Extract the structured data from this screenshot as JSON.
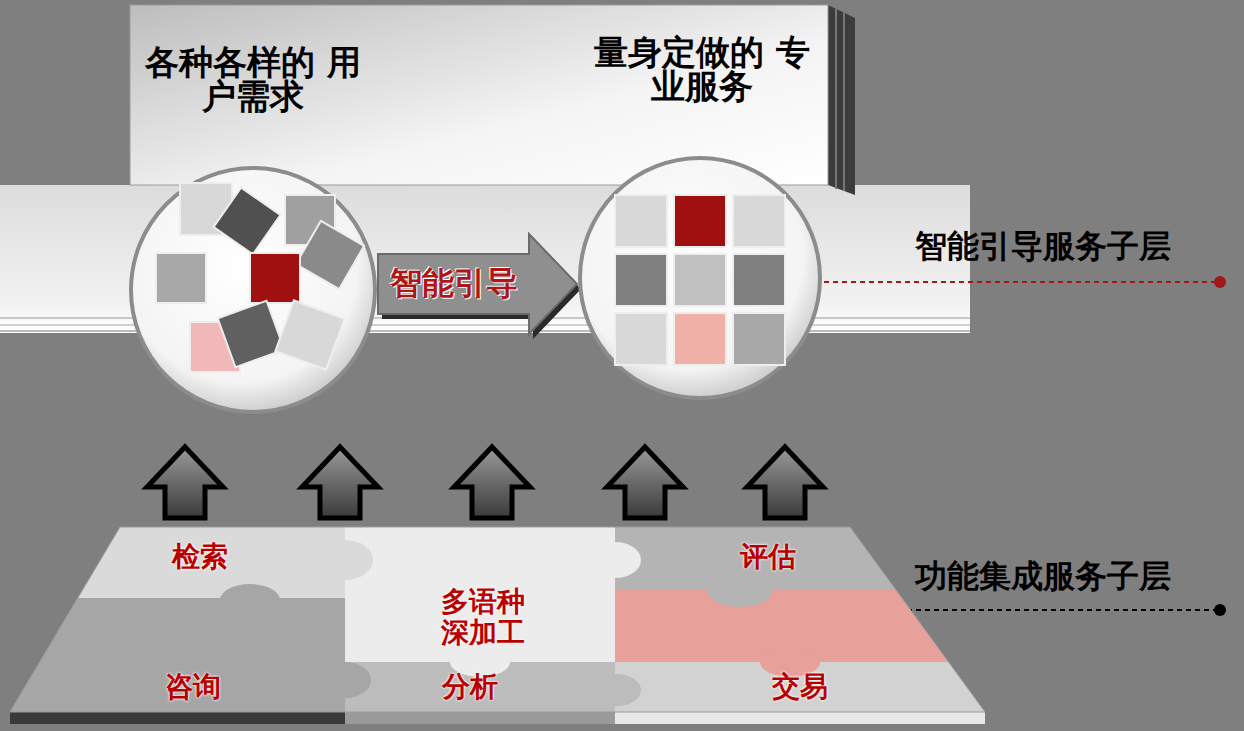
{
  "diagram": {
    "nodes": [
      {
        "text": [
          "各种各样的 用户需求"
        ]
      },
      {
        "text": [
          "量身定做的 专业服务"
        ]
      },
      {
        "text": [
          "检索"
        ]
      },
      {
        "text": [
          "评估"
        ]
      },
      {
        "text": [
          "多语种 深加工"
        ]
      },
      {
        "text": [
          "咨询"
        ]
      },
      {
        "text": [
          "分析"
        ]
      },
      {
        "text": [
          "交易"
        ]
      }
    ],
    "edges": [
      {
        "from": 0,
        "to": 1,
        "arrow": "to",
        "label": "智能引导"
      }
    ],
    "labels": [
      "智能引导服务子层",
      "功能集成服务子层"
    ]
  }
}
